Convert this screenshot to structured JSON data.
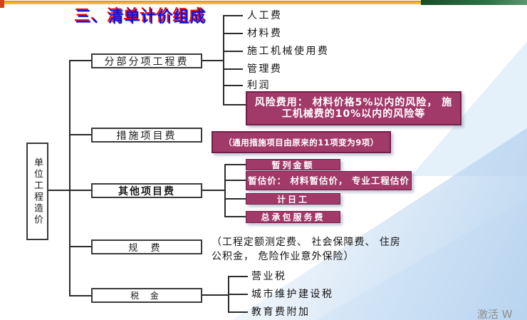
{
  "title": "三、清单计价组成",
  "root": {
    "label": "单位工程造价"
  },
  "tree": {
    "branches": [
      {
        "label": "分部分项工程费",
        "children": [
          "人工费",
          "材料费",
          "施工机械使用费",
          "管理费",
          "利润"
        ],
        "note": "风险费用： 材料价格5%以内的风险， 施工机械费的10%以内的风险等"
      },
      {
        "label": "措施项目费",
        "note": "（通用措施项目由原来的11项变为9项）"
      },
      {
        "label": "其他项目费",
        "children": [
          "暂列金额",
          "暂估价： 材料暂估价， 专业工程估价",
          "计日工",
          "总承包服务费"
        ]
      },
      {
        "label": "规  费",
        "note": "（工程定额测定费、 社会保障费、 住房公积金， 危险作业意外保险）"
      },
      {
        "label": "税  金",
        "children": [
          "营业税",
          "城市维护建设税",
          "教育费附加"
        ]
      }
    ]
  },
  "watermark": "激活 W",
  "colors": {
    "purple_fill": "#a23a69",
    "purple_border": "#701f47",
    "stripe_gold": "#f3b126",
    "stripe_green": "#2e7345",
    "corner_red": "#d6401a",
    "title_blue": "#1212e0",
    "title_red_shadow": "#e81010",
    "line": "#2b2b2b"
  }
}
